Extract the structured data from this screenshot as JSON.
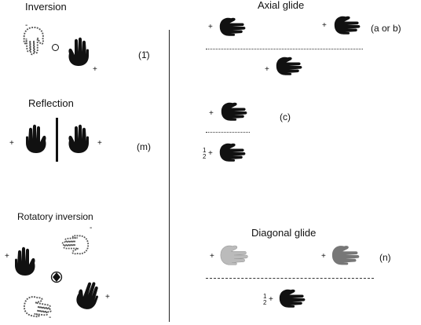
{
  "diagram": {
    "left": {
      "inversion": {
        "title": "Inversion",
        "symbol": "(1̄)"
      },
      "reflection": {
        "title": "Reflection",
        "symbol": "(m)"
      },
      "rotatory_inversion": {
        "title": "Rotatory  inversion"
      }
    },
    "right": {
      "axial_glide": {
        "title": "Axial glide",
        "symbol_ab": "(a  or  b)",
        "symbol_c": "(c)"
      },
      "diagonal_glide": {
        "title": "Diagonal glide",
        "symbol": "(n)"
      }
    },
    "signs": {
      "plus": "+",
      "minus": "-",
      "half_num": "1",
      "half_den": "2"
    },
    "colors": {
      "hand_solid": "#111111",
      "hand_hatched": "#777777",
      "hand_light": "#aaaaaa"
    }
  }
}
